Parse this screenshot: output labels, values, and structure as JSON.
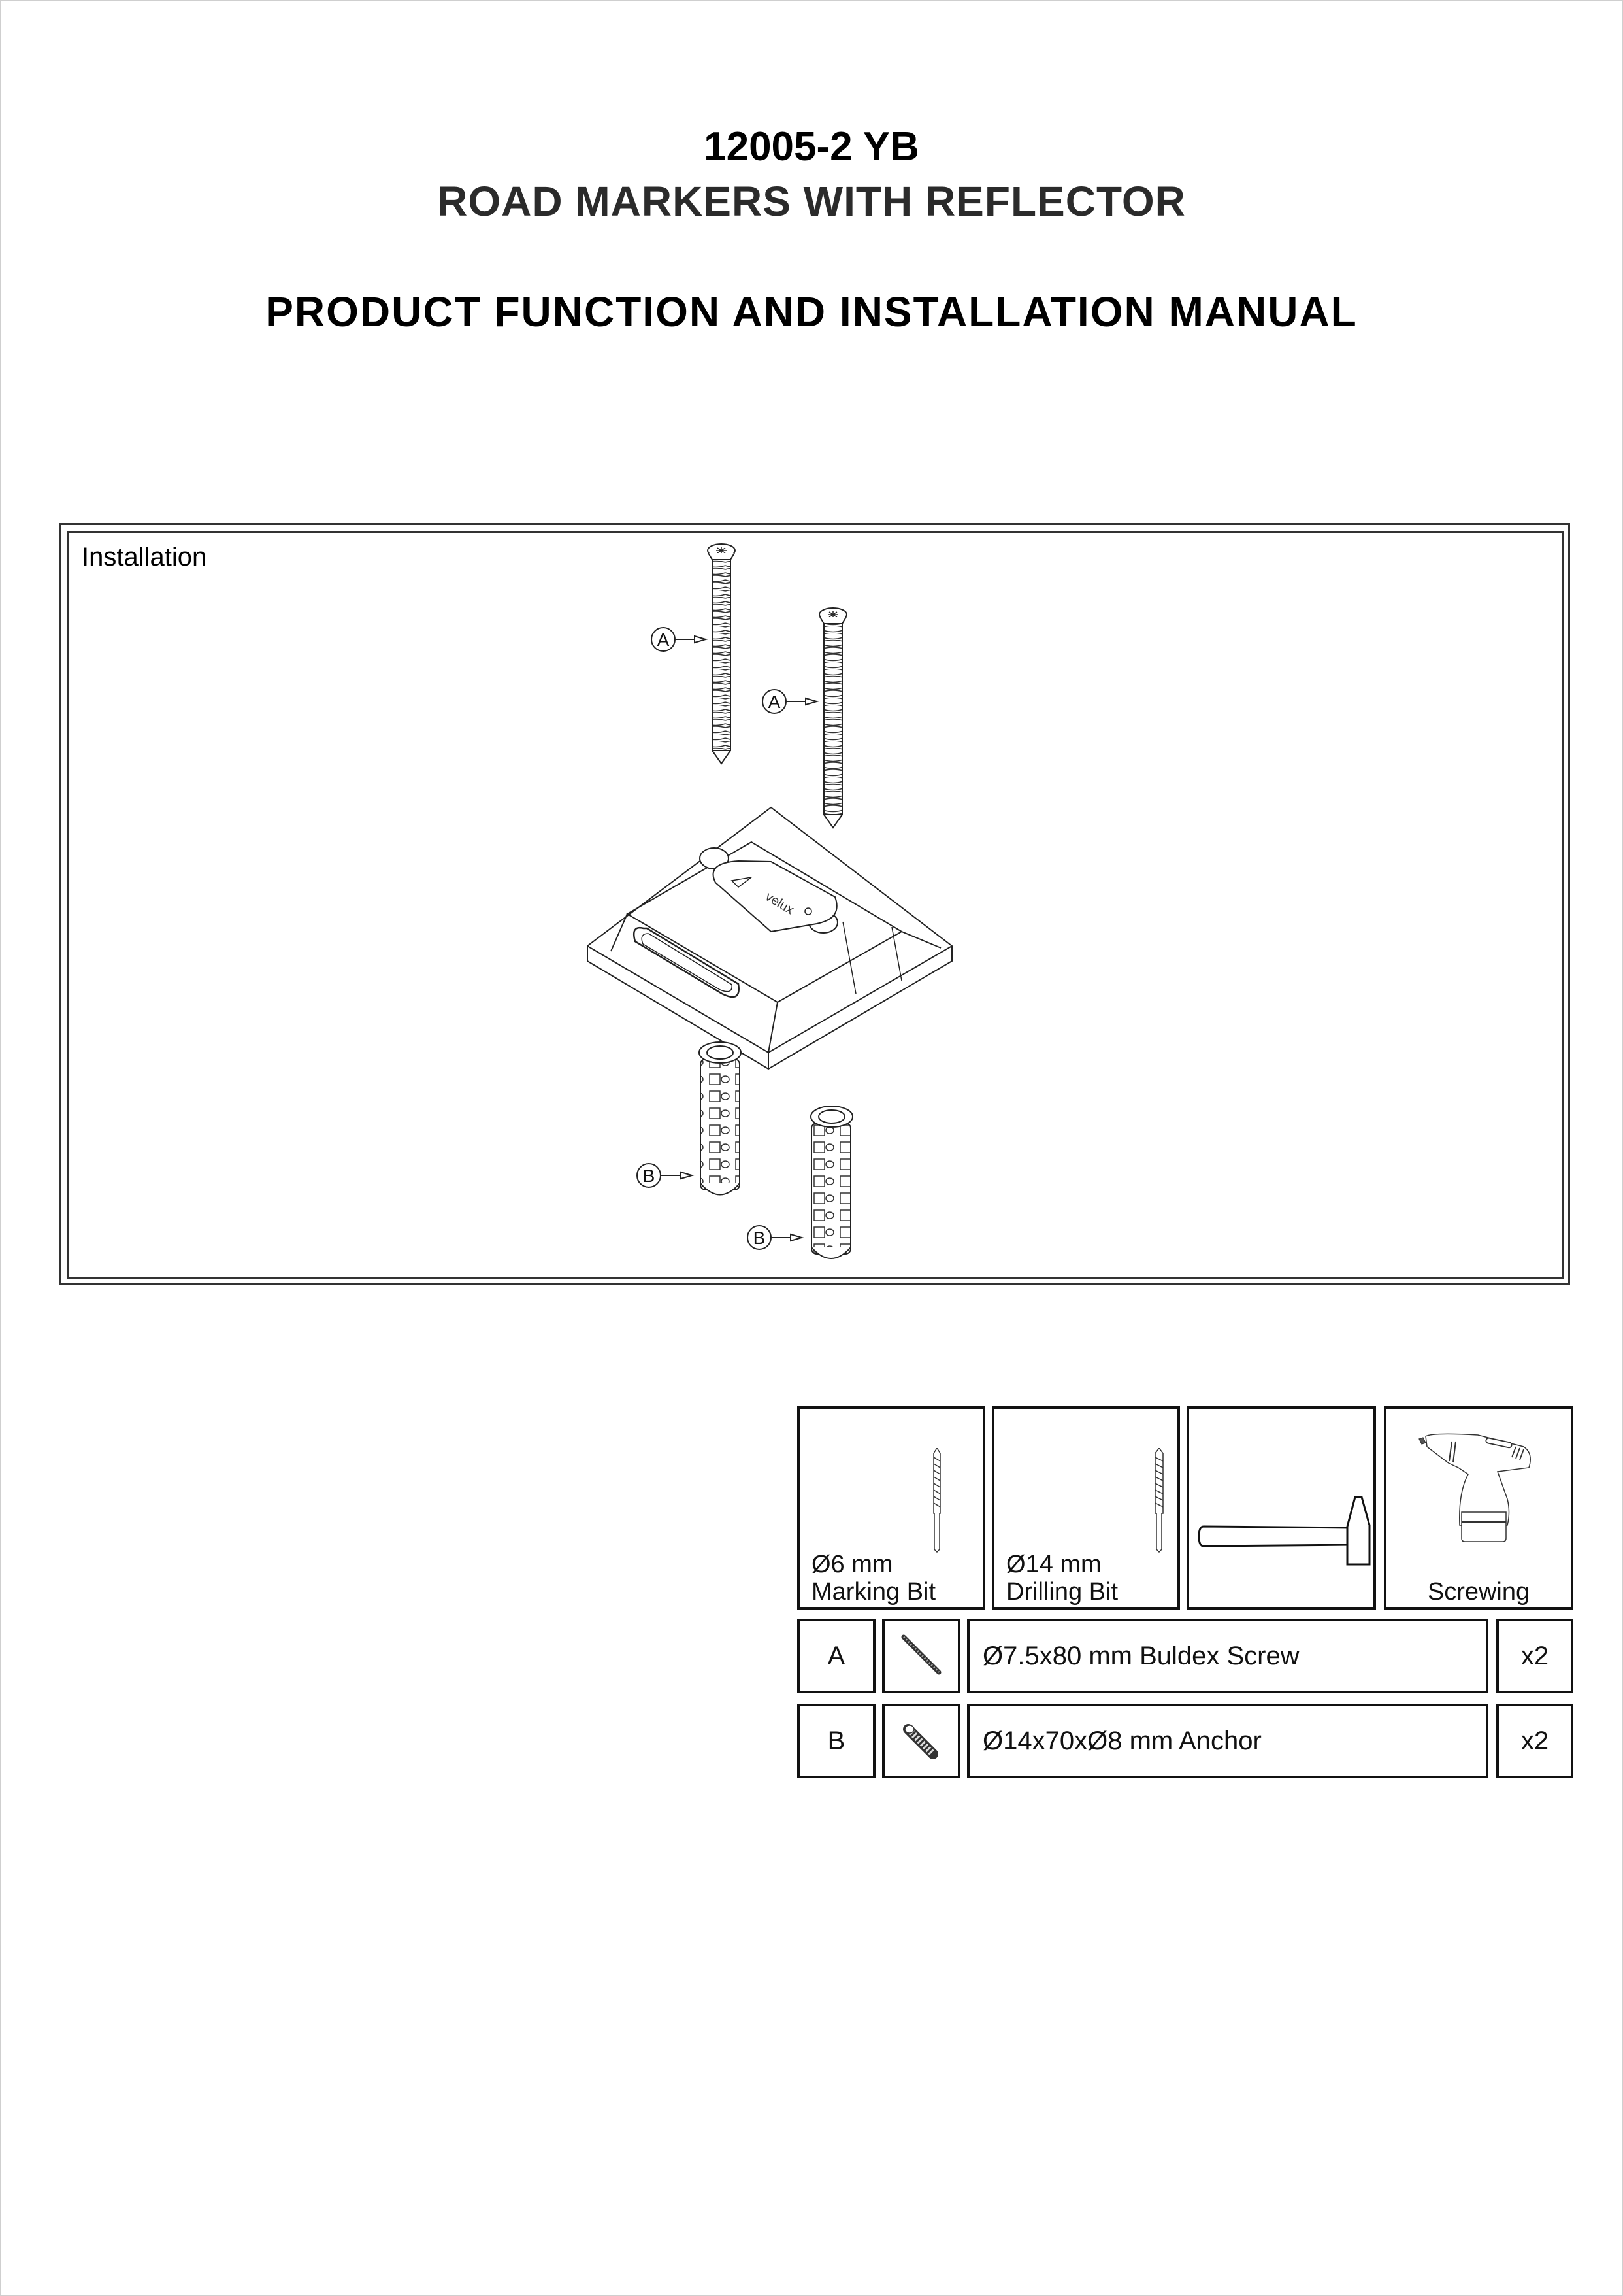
{
  "header": {
    "title": "12005-2 YB",
    "subtitle": "ROAD MARKERS WITH REFLECTOR",
    "manual_title": "PRODUCT FUNCTION AND INSTALLATION MANUAL"
  },
  "installation": {
    "label": "Installation",
    "callouts": [
      {
        "letter": "A",
        "part": "screw"
      },
      {
        "letter": "A",
        "part": "screw"
      },
      {
        "letter": "B",
        "part": "anchor"
      },
      {
        "letter": "B",
        "part": "anchor"
      }
    ],
    "marker_logo": "velux"
  },
  "tools": [
    {
      "line1": "Ø6 mm",
      "line2": "Marking Bit",
      "icon": "drill-bit-icon"
    },
    {
      "line1": "Ø14 mm",
      "line2": "Drilling Bit",
      "icon": "drill-bit-icon"
    },
    {
      "line1": "",
      "line2": "",
      "icon": "hammer-icon"
    },
    {
      "line1": "",
      "line2": "Screwing",
      "icon": "cordless-drill-icon"
    }
  ],
  "parts": [
    {
      "letter": "A",
      "icon": "screw-icon",
      "description": "Ø7.5x80 mm Buldex Screw",
      "qty": "x2"
    },
    {
      "letter": "B",
      "icon": "anchor-icon",
      "description": "Ø14x70xØ8 mm Anchor",
      "qty": "x2"
    }
  ]
}
